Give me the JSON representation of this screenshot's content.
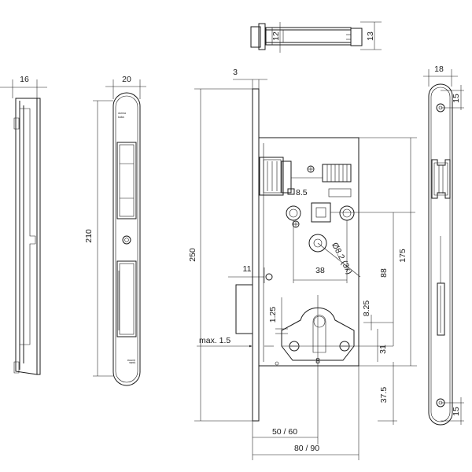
{
  "dimensions": {
    "cap_height": "12",
    "cap_total": "13",
    "side_width": "16",
    "faceplate_width": "20",
    "faceplate_height": "210",
    "plate_thickness": "3",
    "overall_height": "250",
    "handle_to_cylinder": "88",
    "total_lever_height": "175",
    "hole_spacing": "38",
    "spindle": "8.5",
    "screw_holes": "Ø8.2 (3x)",
    "edge_offset": "11",
    "cylinder_depth": "1.25",
    "plate_offset": "max. 1.5",
    "lower_offset": "8.25",
    "cylinder_center": "31",
    "bottom_distance": "37.5",
    "backset_short": "50 / 60",
    "backset_long": "80 / 90",
    "strike_width": "18",
    "strike_top": "15",
    "strike_bottom": "15"
  },
  "brand": {
    "upper": [
      "dorma",
      "kaba"
    ],
    "lower": [
      "dorma",
      "kaba"
    ]
  }
}
